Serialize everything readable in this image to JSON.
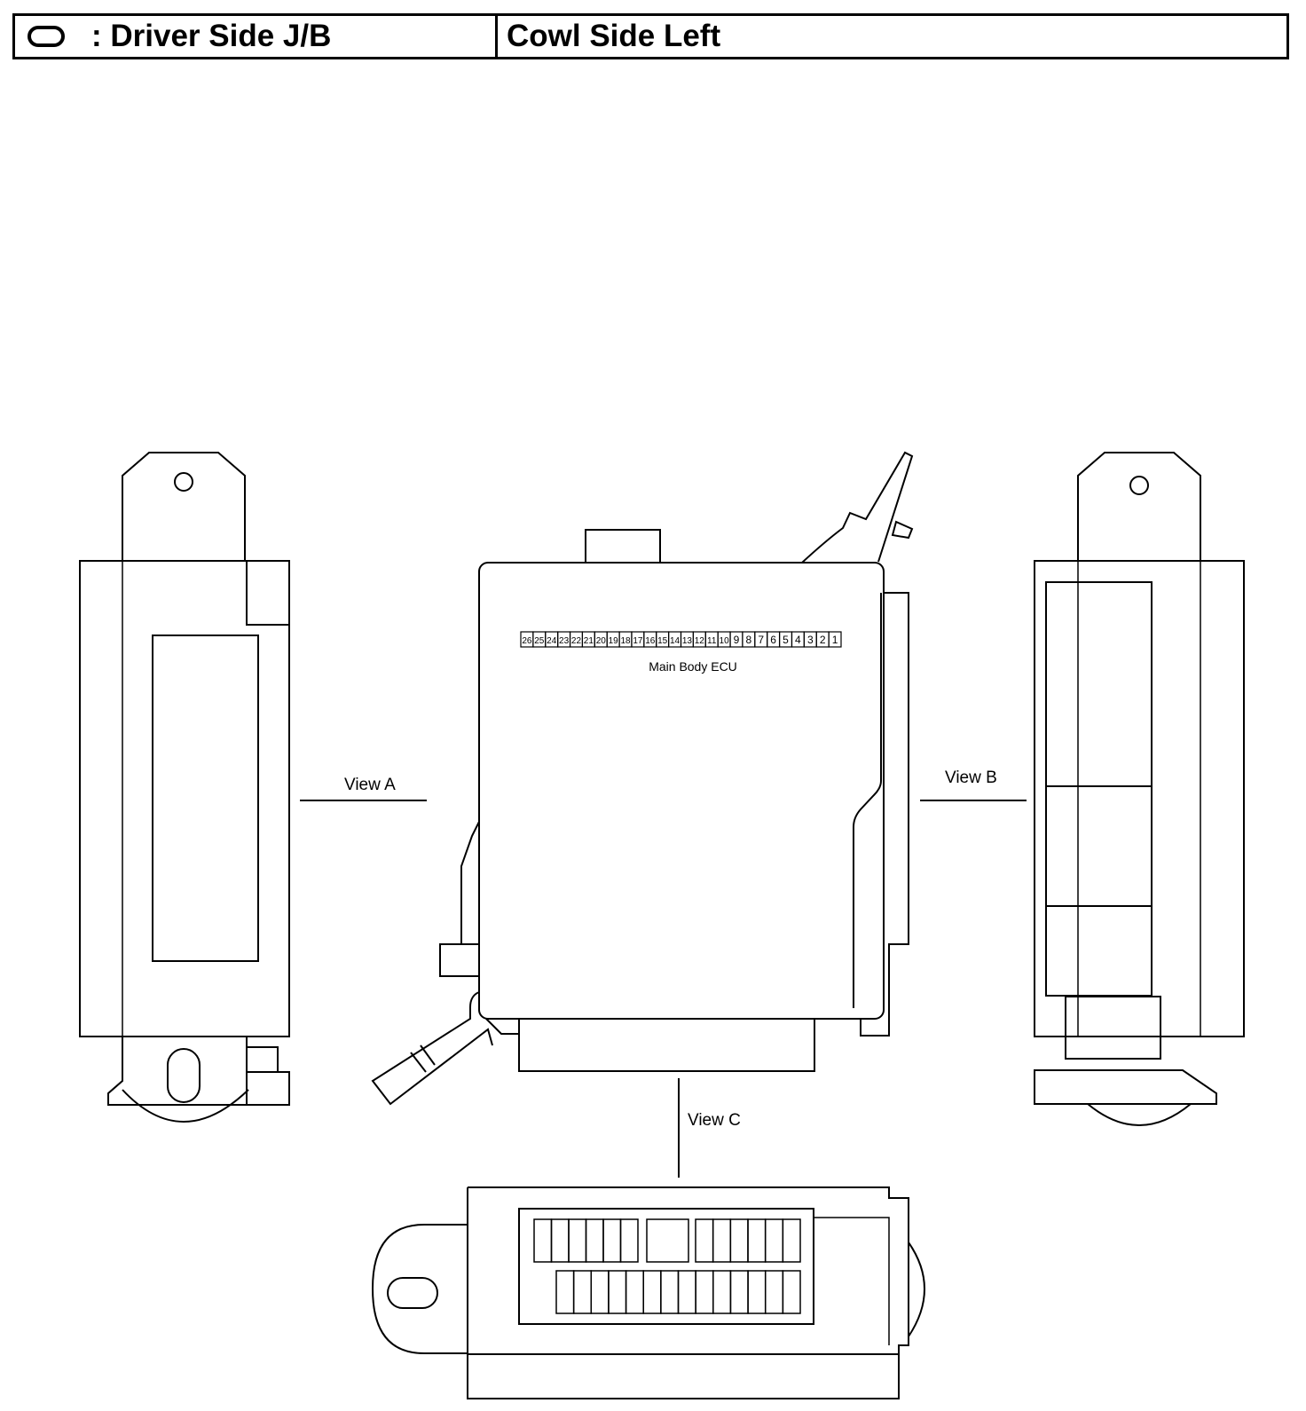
{
  "header": {
    "symbol_icon": "rounded-rect-symbol-icon",
    "title": ": Driver Side J/B",
    "location": "Cowl Side Left"
  },
  "diagram": {
    "component_label": "Main Body ECU",
    "connector_pins": [
      "26",
      "25",
      "24",
      "23",
      "22",
      "21",
      "20",
      "19",
      "18",
      "17",
      "16",
      "15",
      "14",
      "13",
      "12",
      "11",
      "10",
      "9",
      "8",
      "7",
      "6",
      "5",
      "4",
      "3",
      "2",
      "1"
    ],
    "views": {
      "a": "View A",
      "b": "View B",
      "c": "View C"
    }
  }
}
